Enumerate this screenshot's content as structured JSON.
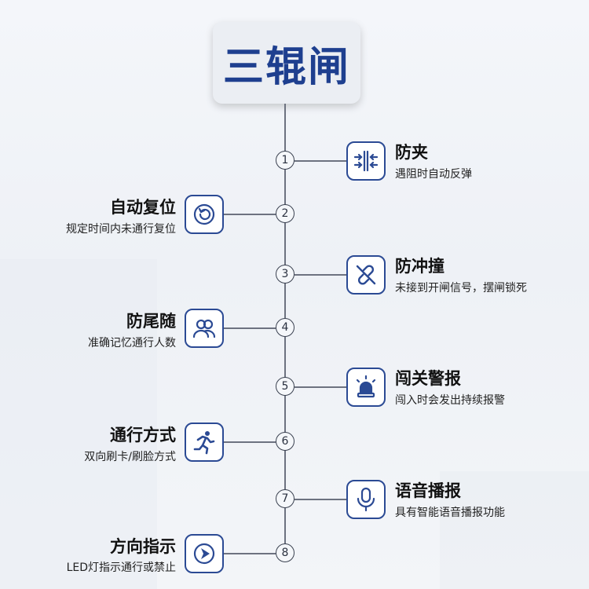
{
  "title": "三辊闸",
  "features": [
    {
      "num": "1",
      "title": "防夹",
      "desc": "遇阻时自动反弹",
      "icon": "anti-pinch-icon"
    },
    {
      "num": "2",
      "title": "自动复位",
      "desc": "规定时间内未通行复位",
      "icon": "auto-reset-icon"
    },
    {
      "num": "3",
      "title": "防冲撞",
      "desc": "未接到开闸信号，摆闸锁死",
      "icon": "broken-link-icon"
    },
    {
      "num": "4",
      "title": "防尾随",
      "desc": "准确记忆通行人数",
      "icon": "people-icon"
    },
    {
      "num": "5",
      "title": "闯关警报",
      "desc": "闯入时会发出持续报警",
      "icon": "alarm-light-icon"
    },
    {
      "num": "6",
      "title": "通行方式",
      "desc": "双向刷卡/刷脸方式",
      "icon": "running-person-icon"
    },
    {
      "num": "7",
      "title": "语音播报",
      "desc": "具有智能语音播报功能",
      "icon": "microphone-icon"
    },
    {
      "num": "8",
      "title": "方向指示",
      "desc": "LED灯指示通行或禁止",
      "icon": "direction-arrow-icon"
    }
  ],
  "colors": {
    "accent": "#1e3f8f",
    "icon_border": "#2b4a94",
    "line": "#6d7280"
  }
}
